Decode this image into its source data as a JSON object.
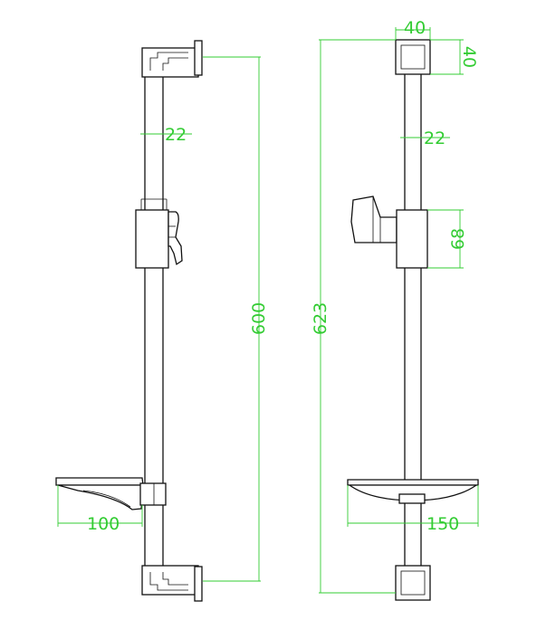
{
  "colors": {
    "outline": "#111111",
    "dimension": "#33cc33",
    "background": "#ffffff"
  },
  "views": {
    "front": {
      "dims": {
        "bar_width": "22",
        "height": "600",
        "dish_depth": "100"
      }
    },
    "side": {
      "dims": {
        "bracket_width": "40",
        "bracket_depth": "40",
        "bar_width": "22",
        "total_height": "623",
        "slider_height": "68",
        "dish_width": "150"
      }
    }
  }
}
